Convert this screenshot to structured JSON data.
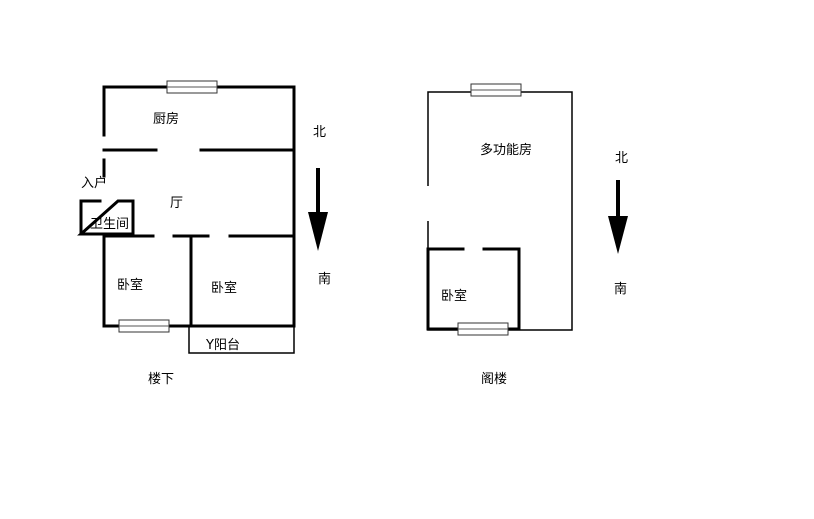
{
  "floor_lower": {
    "caption": "楼下",
    "rooms": {
      "kitchen": "厨房",
      "entrance": "入户",
      "hall": "厅",
      "bathroom": "卫生间",
      "bedroom_left": "卧室",
      "bedroom_right": "卧室",
      "balcony": "Y阳台"
    },
    "compass": {
      "north": "北",
      "south": "南"
    }
  },
  "floor_attic": {
    "caption": "阁楼",
    "rooms": {
      "multi_room": "多功能房",
      "bedroom": "卧室"
    },
    "compass": {
      "north": "北",
      "south": "南"
    }
  }
}
